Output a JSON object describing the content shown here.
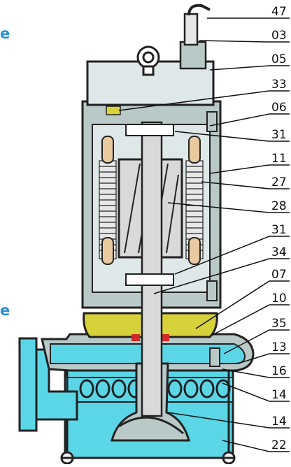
{
  "side_labels": {
    "top": "e",
    "mid": "e"
  },
  "part_numbers": [
    "47",
    "03",
    "05",
    "33",
    "06",
    "31",
    "11",
    "27",
    "28",
    "31",
    "34",
    "07",
    "10",
    "35",
    "13",
    "16",
    "14",
    "14",
    "22"
  ],
  "colors": {
    "water": "#5ad6e6",
    "oil": "#d8d23a",
    "body": "#b9c9c8",
    "outline": "#222222",
    "winding": "#e7e7e7",
    "rotor": "#d9d9d9",
    "bracket": "#e9c9a0",
    "accent_label": "#2a8fd6",
    "seal_red": "#d22a2a"
  }
}
